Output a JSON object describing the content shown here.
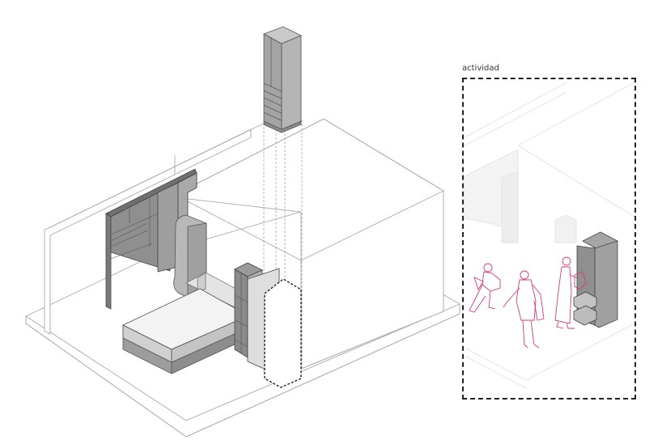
{
  "figure": {
    "type": "isometric architectural diagram",
    "main_view": {
      "description": "Isometric view of a small bedroom unit with folding wall-bed, shelving wall, tall cabinet lifted above with dashed projection lines into its slot"
    },
    "inset": {
      "label": "actividad",
      "description": "Faded room view with three people (pink line figures) using the tall cabinet with open drawers"
    }
  },
  "colors": {
    "line": "#9a9a9a",
    "dark_furniture": "#7b7b7b",
    "mid_furniture": "#a8a8a8",
    "light_furniture": "#d4d4d4",
    "bed_top": "#f2f2f2",
    "figures": "#d63a78",
    "frame": "#222222",
    "faded": "#e6e6e6"
  }
}
